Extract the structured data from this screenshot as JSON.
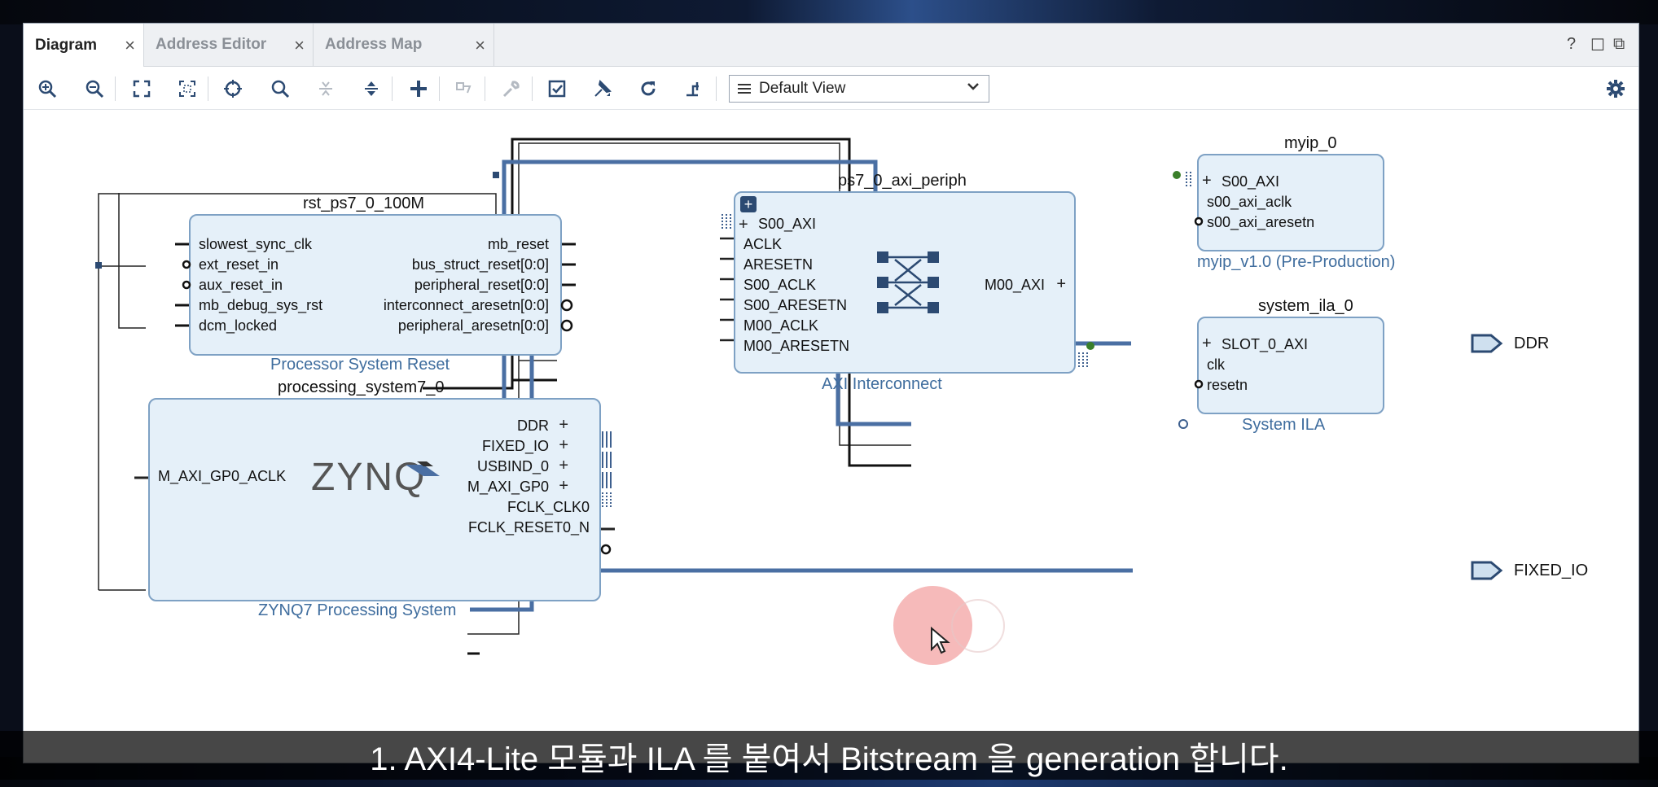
{
  "tabs": [
    {
      "label": "Diagram",
      "active": true
    },
    {
      "label": "Address Editor",
      "active": false
    },
    {
      "label": "Address Map",
      "active": false
    }
  ],
  "window_controls": {
    "help": "?",
    "restore": "☐",
    "maximize": "⧉"
  },
  "toolbar": {
    "icons": [
      "zoom-in-icon",
      "zoom-out-icon",
      "fit-icon",
      "fit-selection-icon",
      "center-icon",
      "search-icon",
      "collapse-icon",
      "expand-icon",
      "add-ip-icon",
      "make-connection-icon",
      "wrench-icon",
      "validate-icon",
      "run-automation-icon",
      "refresh-icon",
      "optimize-routing-icon"
    ],
    "view_dropdown": "Default View"
  },
  "blocks": {
    "rst": {
      "title": "rst_ps7_0_100M",
      "subtitle": "Processor System Reset",
      "pins_left": [
        "slowest_sync_clk",
        "ext_reset_in",
        "aux_reset_in",
        "mb_debug_sys_rst",
        "dcm_locked"
      ],
      "pins_right": [
        "mb_reset",
        "bus_struct_reset[0:0]",
        "peripheral_reset[0:0]",
        "interconnect_aresetn[0:0]",
        "peripheral_aresetn[0:0]"
      ]
    },
    "ps7": {
      "title": "processing_system7_0",
      "subtitle": "ZYNQ7 Processing System",
      "logo": "ZYNQ",
      "pin_left": "M_AXI_GP0_ACLK",
      "pins_right": [
        "DDR",
        "FIXED_IO",
        "USBIND_0",
        "M_AXI_GP0",
        "FCLK_CLK0",
        "FCLK_RESET0_N"
      ]
    },
    "periph": {
      "title": "ps7_0_axi_periph",
      "subtitle": "AXI Interconnect",
      "pins_left": [
        "S00_AXI",
        "ACLK",
        "ARESETN",
        "S00_ACLK",
        "S00_ARESETN",
        "M00_ACLK",
        "M00_ARESETN"
      ],
      "pin_right": "M00_AXI"
    },
    "myip": {
      "title": "myip_0",
      "subtitle": "myip_v1.0 (Pre-Production)",
      "pins_left": [
        "S00_AXI",
        "s00_axi_aclk",
        "s00_axi_aresetn"
      ]
    },
    "ila": {
      "title": "system_ila_0",
      "subtitle": "System ILA",
      "pins_left": [
        "SLOT_0_AXI",
        "clk",
        "resetn"
      ]
    }
  },
  "ports": {
    "ddr": "DDR",
    "fixed_io": "FIXED_IO"
  },
  "subtitle": "1. AXI4-Lite 모듈과 ILA 를 붙여서 Bitstream 을 generation 합니다."
}
